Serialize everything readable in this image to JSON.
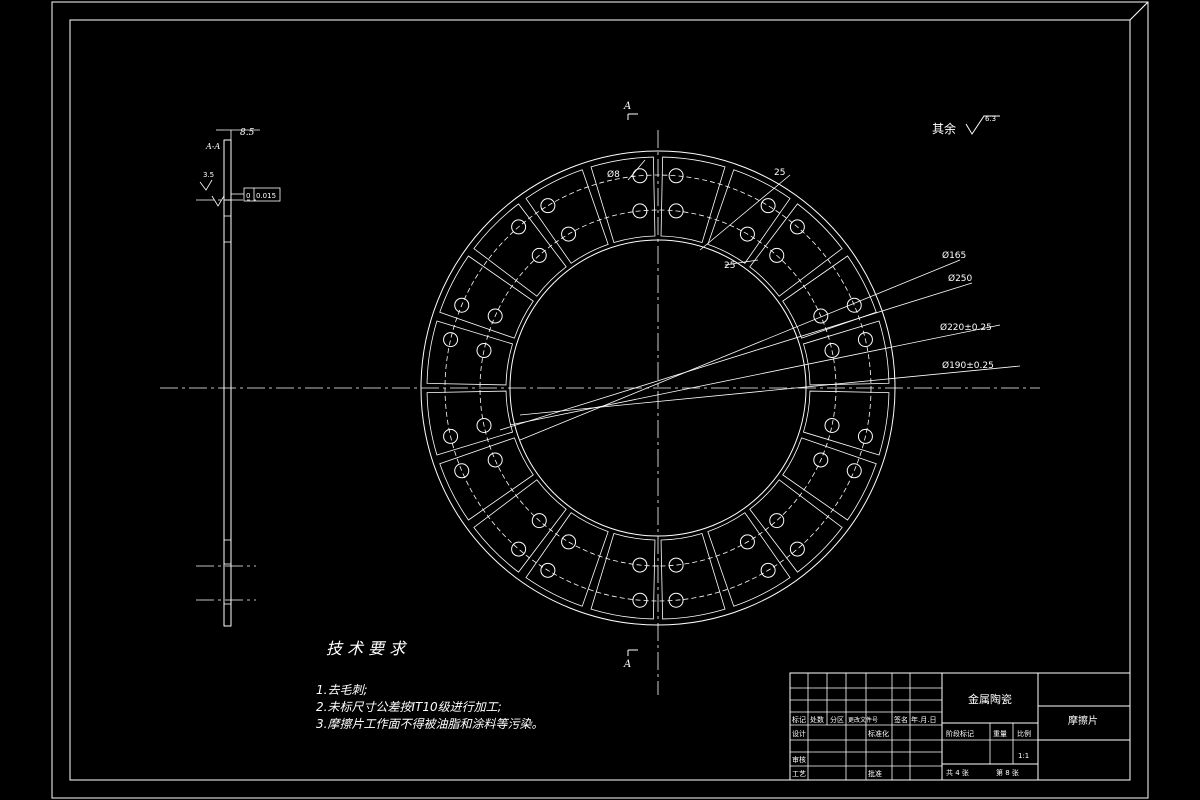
{
  "section": {
    "marker": "A",
    "view_label": "A-A",
    "thickness": "8.5",
    "tolerance": "0.015",
    "tolerance_zero": "0",
    "small_dim": "3.5"
  },
  "roughness": {
    "prefix": "其余",
    "value": "6.3"
  },
  "dimensions": {
    "d1": "Ø165",
    "d2": "Ø250",
    "d3": "Ø220±0.25",
    "d4": "Ø190±0.25",
    "hole": "Ø8",
    "w1": "25",
    "w2": "25"
  },
  "tech_req": {
    "title": "技 术 要 求",
    "items": [
      "1.去毛刺;",
      "2.未标尺寸公差按IT10级进行加工;",
      "3.摩擦片工作面不得被油脂和涂料等污染。"
    ]
  },
  "title_block": {
    "material": "金属陶瓷",
    "part_name": "摩擦片",
    "scale_label": "比例",
    "scale": "1:1",
    "weight_label": "重量",
    "stage_label": "阶段标记",
    "sheets": "共 4 张",
    "sheet_no": "第 8 张",
    "hdr_mark": "标记",
    "hdr_count": "处数",
    "hdr_zone": "分区",
    "hdr_docno": "更改文件号",
    "hdr_sign": "签名",
    "hdr_date": "年.月.日",
    "designer": "设计",
    "standard": "标准化",
    "review": "审核",
    "process": "工艺",
    "approve": "批准"
  }
}
